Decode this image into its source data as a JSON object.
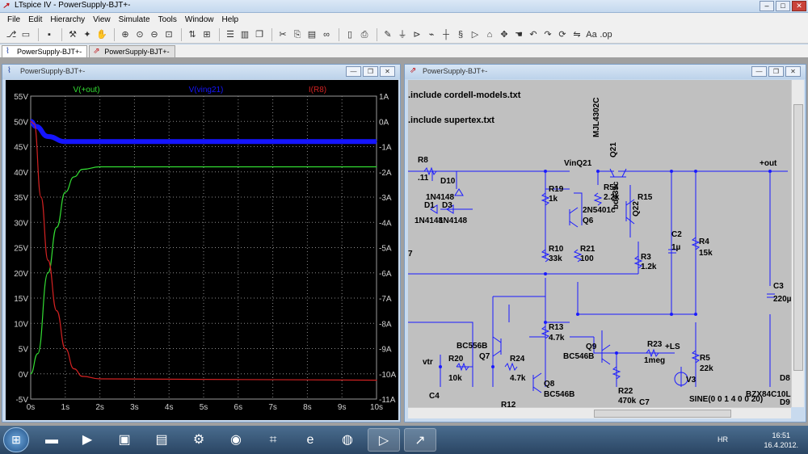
{
  "app": {
    "title": "LTspice IV - PowerSupply-BJT+-",
    "icon": "ltspice-logo-icon"
  },
  "menu": [
    "File",
    "Edit",
    "Hierarchy",
    "View",
    "Simulate",
    "Tools",
    "Window",
    "Help"
  ],
  "tabs": [
    {
      "label": "PowerSupply-BJT+-",
      "icon": "waveform-icon",
      "active": true
    },
    {
      "label": "PowerSupply-BJT+-",
      "icon": "schematic-icon",
      "active": false
    }
  ],
  "plot_window": {
    "title": "PowerSupply-BJT+-"
  },
  "schematic_window": {
    "title": "PowerSupply-BJT+-"
  },
  "chart_data": {
    "type": "line",
    "series": [
      {
        "name": "V(+out)",
        "color": "#33dd33",
        "axis": "left",
        "x": [
          0,
          0.2,
          0.5,
          0.75,
          1,
          1.25,
          1.5,
          2,
          3,
          10
        ],
        "values": [
          0,
          4,
          20,
          29,
          36,
          39,
          40.5,
          41,
          41,
          41
        ]
      },
      {
        "name": "V(ving21)",
        "color": "#1515ff",
        "axis": "left",
        "x": [
          0,
          0.15,
          0.5,
          1,
          2,
          10
        ],
        "values": [
          50,
          49,
          47,
          46,
          46,
          46
        ]
      },
      {
        "name": "I(R8)",
        "color": "#d32222",
        "axis": "right",
        "x": [
          0,
          0.1,
          0.3,
          0.5,
          0.75,
          1,
          1.25,
          1.5,
          2,
          10
        ],
        "values": [
          0,
          -0.1,
          -3,
          -5.5,
          -7.5,
          -9,
          -9.8,
          -10.1,
          -10.2,
          -10.25
        ]
      }
    ],
    "x_ticks": [
      "0s",
      "1s",
      "2s",
      "3s",
      "4s",
      "5s",
      "6s",
      "7s",
      "8s",
      "9s",
      "10s"
    ],
    "y_left_ticks": [
      "55V",
      "50V",
      "45V",
      "40V",
      "35V",
      "30V",
      "25V",
      "20V",
      "15V",
      "10V",
      "5V",
      "0V",
      "-5V"
    ],
    "y_right_ticks": [
      "1A",
      "0A",
      "-1A",
      "-2A",
      "-3A",
      "-4A",
      "-5A",
      "-6A",
      "-7A",
      "-8A",
      "-9A",
      "-10A",
      "-11A"
    ],
    "xlim": [
      0,
      10
    ],
    "ylim_left": [
      -5,
      55
    ],
    "ylim_right": [
      -11,
      1
    ],
    "grid": true
  },
  "schematic": {
    "directives": [
      ".include cordell-models.txt",
      ".include supertex.txt"
    ],
    "labels": [
      "R8",
      ".11",
      "D10",
      "1N4148",
      "D1",
      "D3",
      "1N4148",
      "1N4148",
      "VinQ21",
      "R19",
      "1k",
      "R54",
      "2.2k",
      "2N5401c",
      "Q6",
      "MJL4302C",
      "Q21",
      "R15",
      "bd439c",
      "Q22",
      "+out",
      "C2",
      "1µ",
      "R4",
      "15k",
      "R10",
      "33k",
      "R21",
      "100",
      "R3",
      "1.2k",
      "C3",
      "220µ",
      "R13",
      "4.7k",
      "BC556B",
      "Q7",
      "Q9",
      "BC546B",
      "R23",
      "1meg",
      "+LS",
      "vtr",
      "R20",
      "10k",
      "R24",
      "4.7k",
      "Q8",
      "BC546B",
      "R5",
      "22k",
      "V3",
      "C4",
      "R12",
      "R22",
      "470k",
      "C7",
      "SINE(0 0 1 4 0 0 20)",
      "BZX84C10L",
      "D8",
      "D9",
      "7"
    ]
  },
  "taskbar": {
    "lang": "HR",
    "time": "16:51",
    "date": "16.4.2012."
  }
}
